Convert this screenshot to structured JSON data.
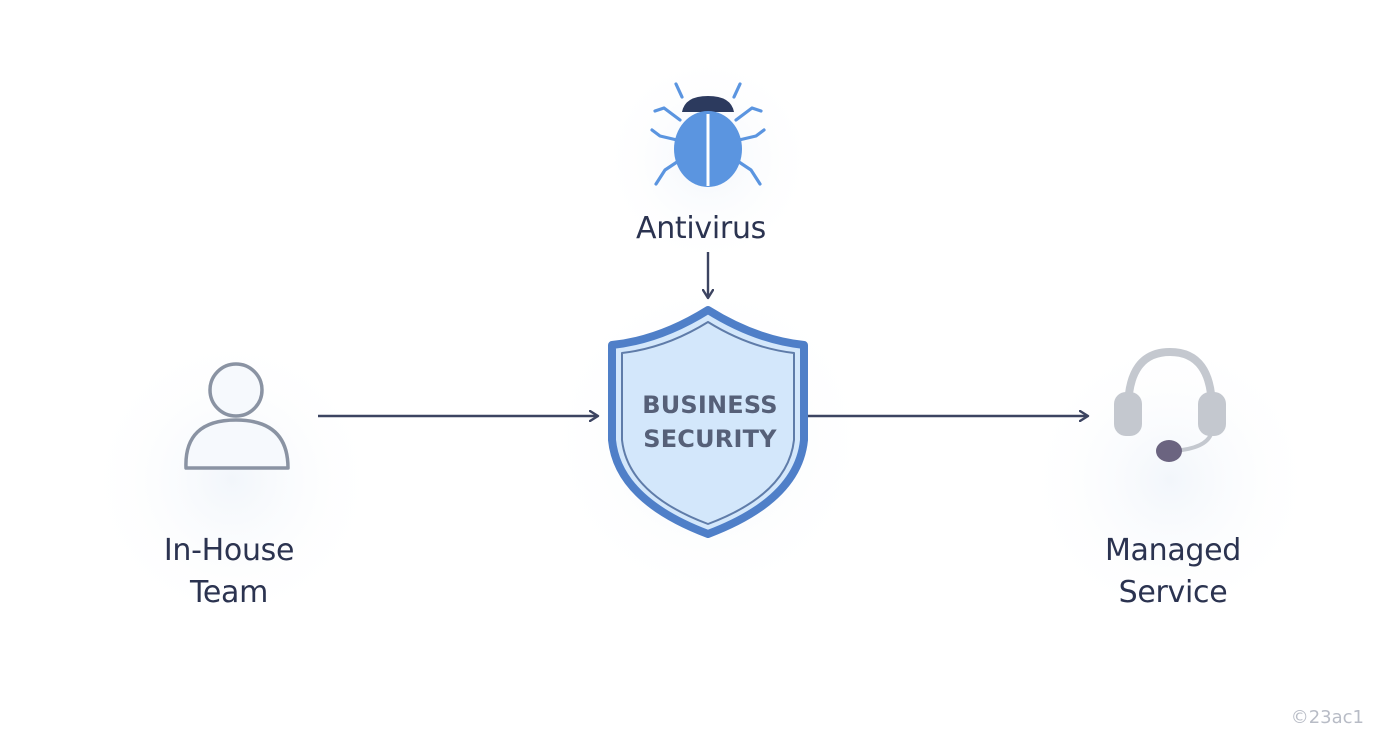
{
  "nodes": {
    "antivirus": {
      "label": "Antivirus",
      "icon": "bug-icon"
    },
    "in_house": {
      "lines": [
        "In-House",
        "Team"
      ],
      "icon": "user-icon"
    },
    "managed": {
      "lines": [
        "Managed",
        "Service"
      ],
      "icon": "headset-icon"
    },
    "center": {
      "lines": [
        "BUSINESS",
        "SECURITY"
      ],
      "icon": "shield-icon"
    }
  },
  "watermark": "©23ac1",
  "colors": {
    "text": "#2b3350",
    "arrow": "#3c4461",
    "shield_fill": "#d3e7fb",
    "shield_stroke": "#4f7fc8",
    "bug_body": "#5b95e0",
    "bug_head": "#2c3a5e",
    "user_stroke": "#8a93a3",
    "headset": "#c4c8cf",
    "mic": "#6b6480"
  }
}
